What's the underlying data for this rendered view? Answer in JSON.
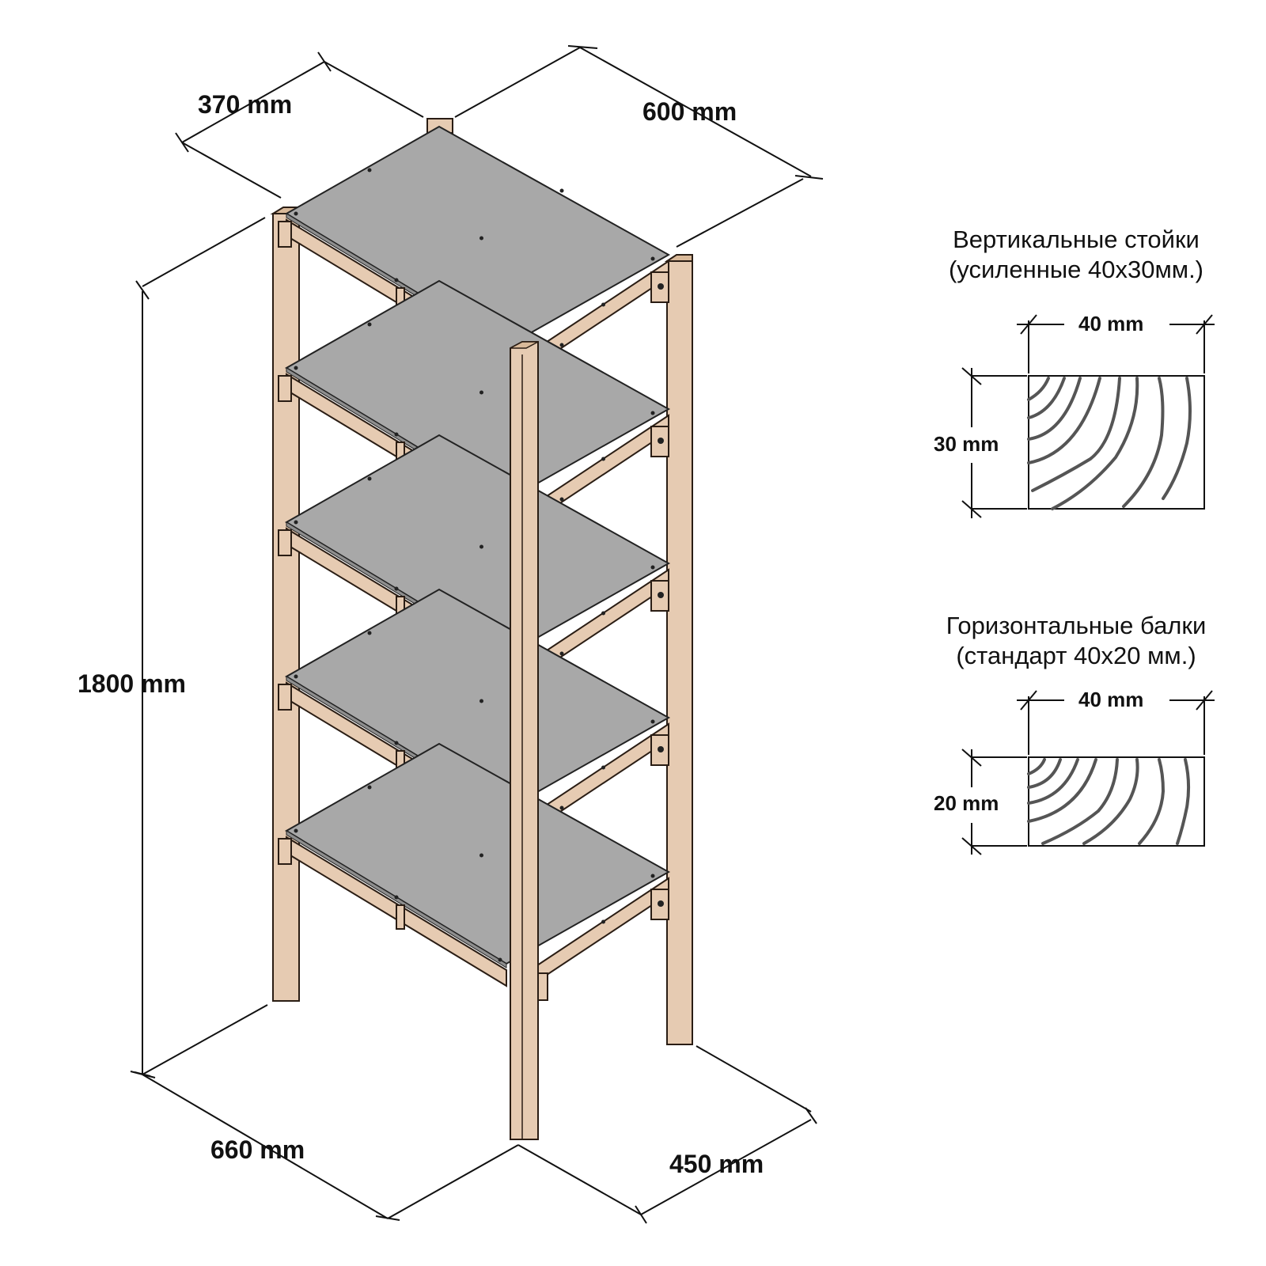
{
  "rack": {
    "shelf_count": 5,
    "colors": {
      "wood": "#e6cbb2",
      "wood_edge": "#2a1d14",
      "shelf": "#a8a8a8",
      "shelf_edge": "#222222"
    }
  },
  "dimensions": {
    "top_depth": "370 mm",
    "top_width": "600 mm",
    "height": "1800 mm",
    "bottom_width": "660 mm",
    "bottom_depth": "450 mm"
  },
  "sections": {
    "vertical": {
      "title": "Вертикальные стойки",
      "subtitle": "(усиленные 40х30мм.)",
      "width_label": "40 mm",
      "height_label": "30 mm"
    },
    "horizontal": {
      "title": "Горизонтальные балки",
      "subtitle": "(стандарт 40х20 мм.)",
      "width_label": "40 mm",
      "height_label": "20 mm"
    }
  }
}
